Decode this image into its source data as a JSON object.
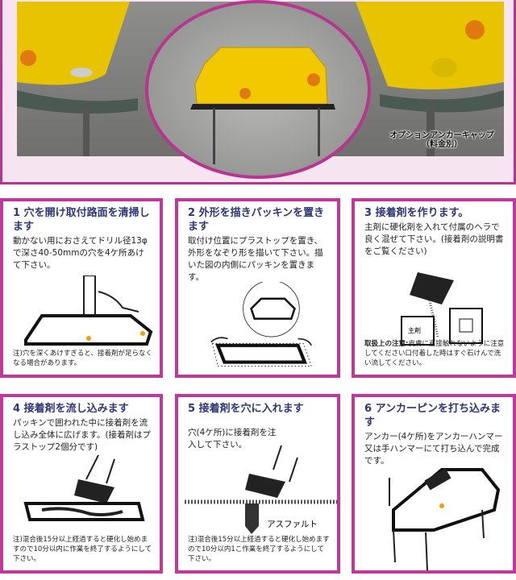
{
  "hero": {
    "caption_line1": "オプションアンカーキャップ",
    "caption_line2": "（料金別）"
  },
  "steps": [
    {
      "title": "1 穴を開け取付路面を清掃します",
      "body": "動かない用におさえてドリル径13φで深さ40-50mmの穴を4ケ所あけて下さい。",
      "note": "注)穴を深くあけすぎると、接着剤が足らなくなる場合があります。"
    },
    {
      "title": "2 外形を描きパッキンを置きます",
      "body": "取付け位置にプラストップを置き、外形をなぞり形を描いて下さい。描いた図の内側にパッキンを置きます。"
    },
    {
      "title": "3 接着剤を作ります。",
      "body": "主剤に硬化剤を入れて付属のヘラで良く混ぜて下さい。(接着剤の説明書をご覧ください)",
      "note_label": "取扱上の注意:",
      "note": "皮膚に直接触れないように注意してください口付着した時はすぐ石けんで洗い流してください。",
      "label_main": "主剤"
    },
    {
      "title": "4 接着剤を流し込みます",
      "body": "パッキンで囲われた中に接着剤を流し込み全体に広げます。(接着剤はプラストップ2個分です)",
      "note": "注)混合後15分以上経過すると硬化し始めますので10分以内に作業を終了するようにして下さい。"
    },
    {
      "title": "5 接着剤を穴に入れます",
      "body": "穴(4ケ所)に接着剤を注入して下さい。",
      "label": "アスファルト",
      "note": "注)混合後15分以上経過すると硬化し始めますので10分以内1こ作業を終了するようにして下さい。"
    },
    {
      "title": "6 アンカーピンを打ち込みます",
      "body": "アンカー(4ケ所)をアンカーハンマー又は手ハンマーにて打ち込んで完成です。"
    }
  ],
  "colors": {
    "border": "#c0399a",
    "title": "#2f3576",
    "product": "#f4c400"
  }
}
